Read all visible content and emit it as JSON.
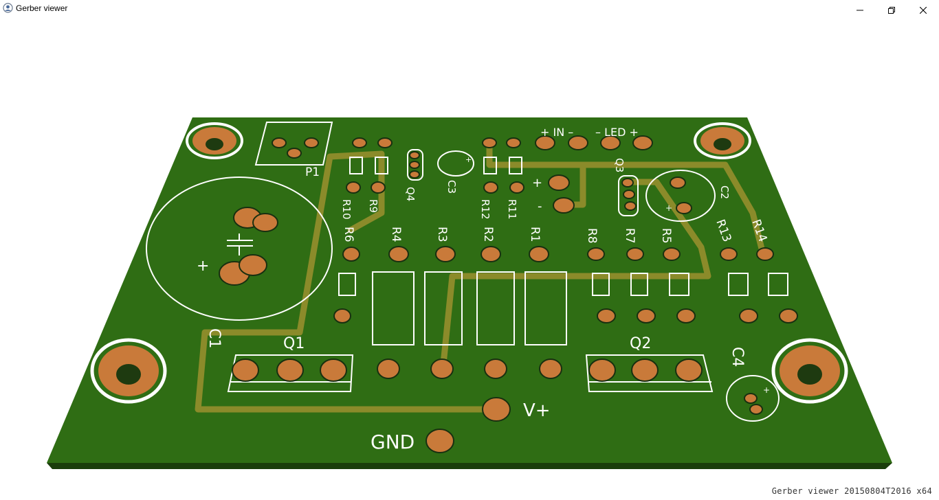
{
  "window": {
    "title": "Gerber viewer",
    "controls": {
      "minimize": "minimize-icon",
      "maximize": "restore-icon",
      "close": "close-icon"
    }
  },
  "status": {
    "version": "Gerber viewer 20150804T2016 x64"
  },
  "colors": {
    "board": "#2f6d14",
    "board_edge": "#1a3d0b",
    "copper_trace": "#8b8b2a",
    "pad": "#c97a3a",
    "silkscreen": "#ffffff"
  },
  "silkscreen_labels": {
    "p1": "P1",
    "in": "+ IN –",
    "led": "– LED +",
    "q3": "Q3",
    "q4": "Q4",
    "c3": "C3",
    "c2": "C2",
    "r10": "R10",
    "r9": "R9",
    "r12": "R12",
    "r11": "R11",
    "plus": "+",
    "minus": "-",
    "r6": "R6",
    "r4": "R4",
    "r3": "R3",
    "r2": "R2",
    "r1": "R1",
    "r8": "R8",
    "r7": "R7",
    "r5": "R5",
    "r13": "R13",
    "r14": "R14",
    "c1": "C1",
    "c1_plus": "+",
    "c2_plus": "+",
    "c3_plus": "+",
    "c4_plus": "+",
    "q1": "Q1",
    "q2": "Q2",
    "c4": "C4",
    "vplus": "V+",
    "gnd": "GND"
  }
}
